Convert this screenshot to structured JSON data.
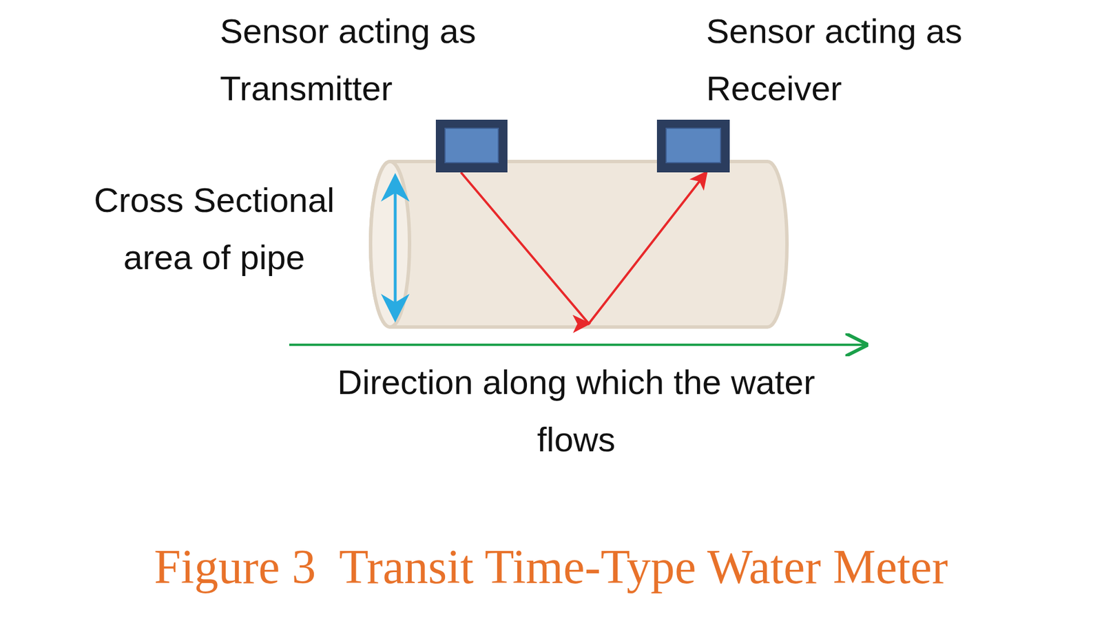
{
  "diagram": {
    "caption": "Figure 3  Transit Time-Type Water Meter",
    "nodes": [
      {
        "text": [
          "Sensor acting as Transmitter"
        ]
      },
      {
        "text": [
          "Sensor acting as Receiver"
        ]
      }
    ],
    "edges": [
      {
        "from": 0,
        "to": 1,
        "arrow": "to"
      }
    ],
    "labels": [
      "Cross Sectional area of pipe",
      "Direction along which the water flows"
    ]
  }
}
